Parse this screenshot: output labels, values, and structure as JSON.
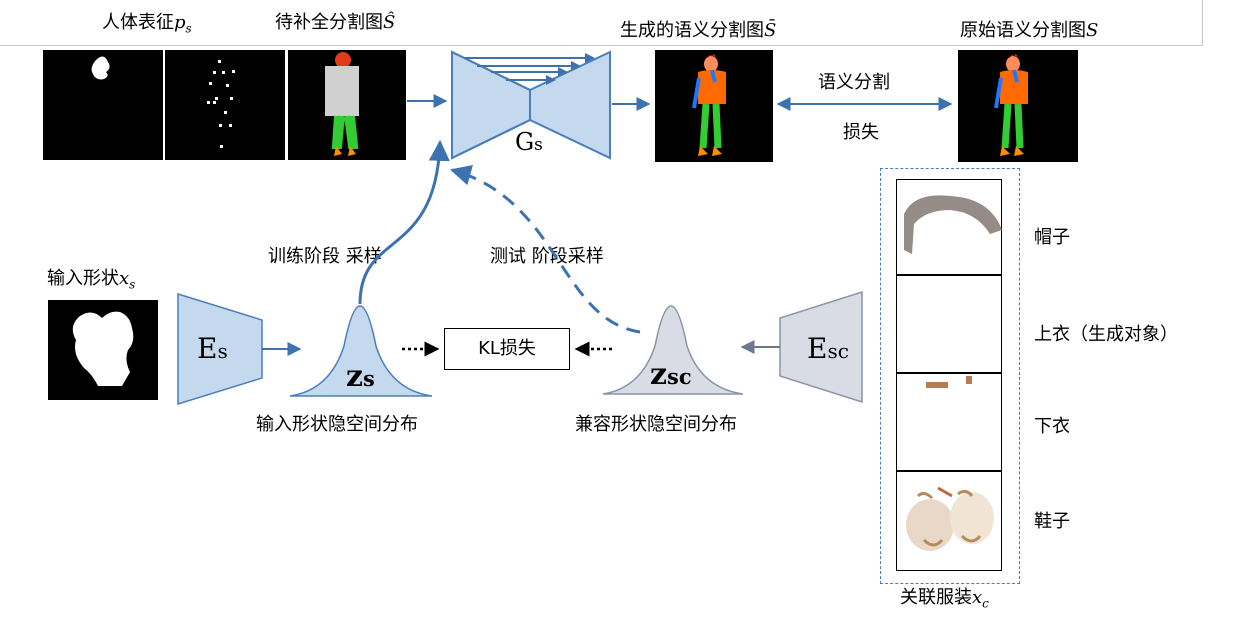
{
  "top_labels": {
    "human_repr": "人体表征",
    "human_repr_sym": "p",
    "human_repr_sub": "s",
    "incomplete_seg": "待补全分割图",
    "incomplete_seg_sym": "Ŝ",
    "generated_seg": "生成的语义分割图",
    "generated_seg_sym": "S̄",
    "original_seg": "原始语义分割图",
    "original_seg_sym": "S"
  },
  "loss_labels": {
    "line1": "语义分割",
    "line2": "损失"
  },
  "generator": {
    "label": "G",
    "sub": "s"
  },
  "encoders": {
    "es": {
      "label": "E",
      "sub": "s"
    },
    "esc": {
      "label": "E",
      "sub": "sc"
    }
  },
  "latents": {
    "zs": {
      "label": "z",
      "sub": "s",
      "caption": "输入形状隐空间分布"
    },
    "zsc": {
      "label": "z",
      "sub": "sc",
      "caption": "兼容形状隐空间分布"
    }
  },
  "kl_loss": "KL损失",
  "sampling": {
    "train": "训练阶段  采样",
    "test": "测试  阶段采样"
  },
  "input_shape": {
    "label": "输入形状",
    "sym": "x",
    "sub": "s"
  },
  "clothes": {
    "items": [
      "帽子",
      "上衣（生成对象）",
      "下衣",
      "鞋子"
    ],
    "caption": "关联服装",
    "caption_sym": "x",
    "caption_sub": "c"
  },
  "colors": {
    "blue_fill": "#c5d9ee",
    "blue_stroke": "#4a7ebb",
    "arrow_blue": "#3d72b0",
    "gray_fill": "#d9dce5",
    "gray_stroke": "#8a93a8",
    "torso_orange": "#ff6a00",
    "legs_green": "#33cc33",
    "head_red": "#e03c1c"
  }
}
